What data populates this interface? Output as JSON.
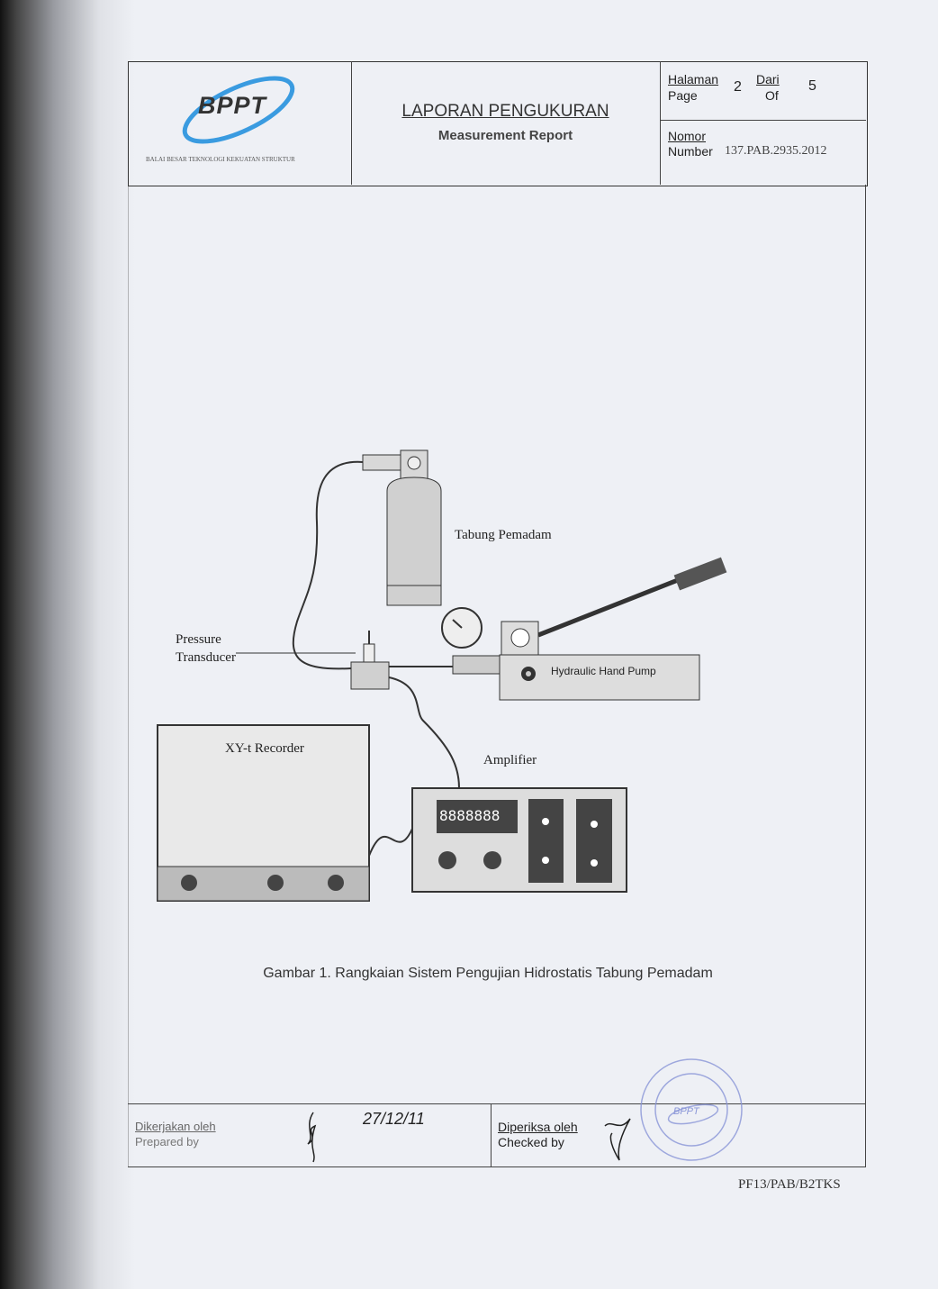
{
  "header": {
    "logo_text": "BPPT",
    "logo_subtitle": "BALAI BESAR TEKNOLOGI KEKUATAN STRUKTUR",
    "title": "LAPORAN PENGUKURAN",
    "subtitle": "Measurement Report",
    "page_label_id": "Halaman",
    "page_label_en": "Page",
    "page_number": "2",
    "of_label_id": "Dari",
    "of_label_en": "Of",
    "page_total": "5",
    "number_label_id": "Nomor",
    "number_label_en": "Number",
    "number_value": "137.PAB.2935.2012"
  },
  "diagram": {
    "tube_label": "Tabung Pemadam",
    "transducer_label_1": "Pressure",
    "transducer_label_2": "Transducer",
    "pump_label": "Hydraulic Hand Pump",
    "recorder_label": "XY-t Recorder",
    "amplifier_label": "Amplifier",
    "display_value": "8888888"
  },
  "caption": "Gambar 1. Rangkaian Sistem Pengujian Hidrostatis Tabung Pemadam",
  "footer": {
    "prepared_id": "Dikerjakan oleh",
    "prepared_en": "Prepared by",
    "date_handwritten": "27/12/11",
    "checked_id": "Diperiksa oleh",
    "checked_en": "Checked by",
    "stamp_text": "BPPT",
    "form_code": "PF13/PAB/B2TKS"
  }
}
